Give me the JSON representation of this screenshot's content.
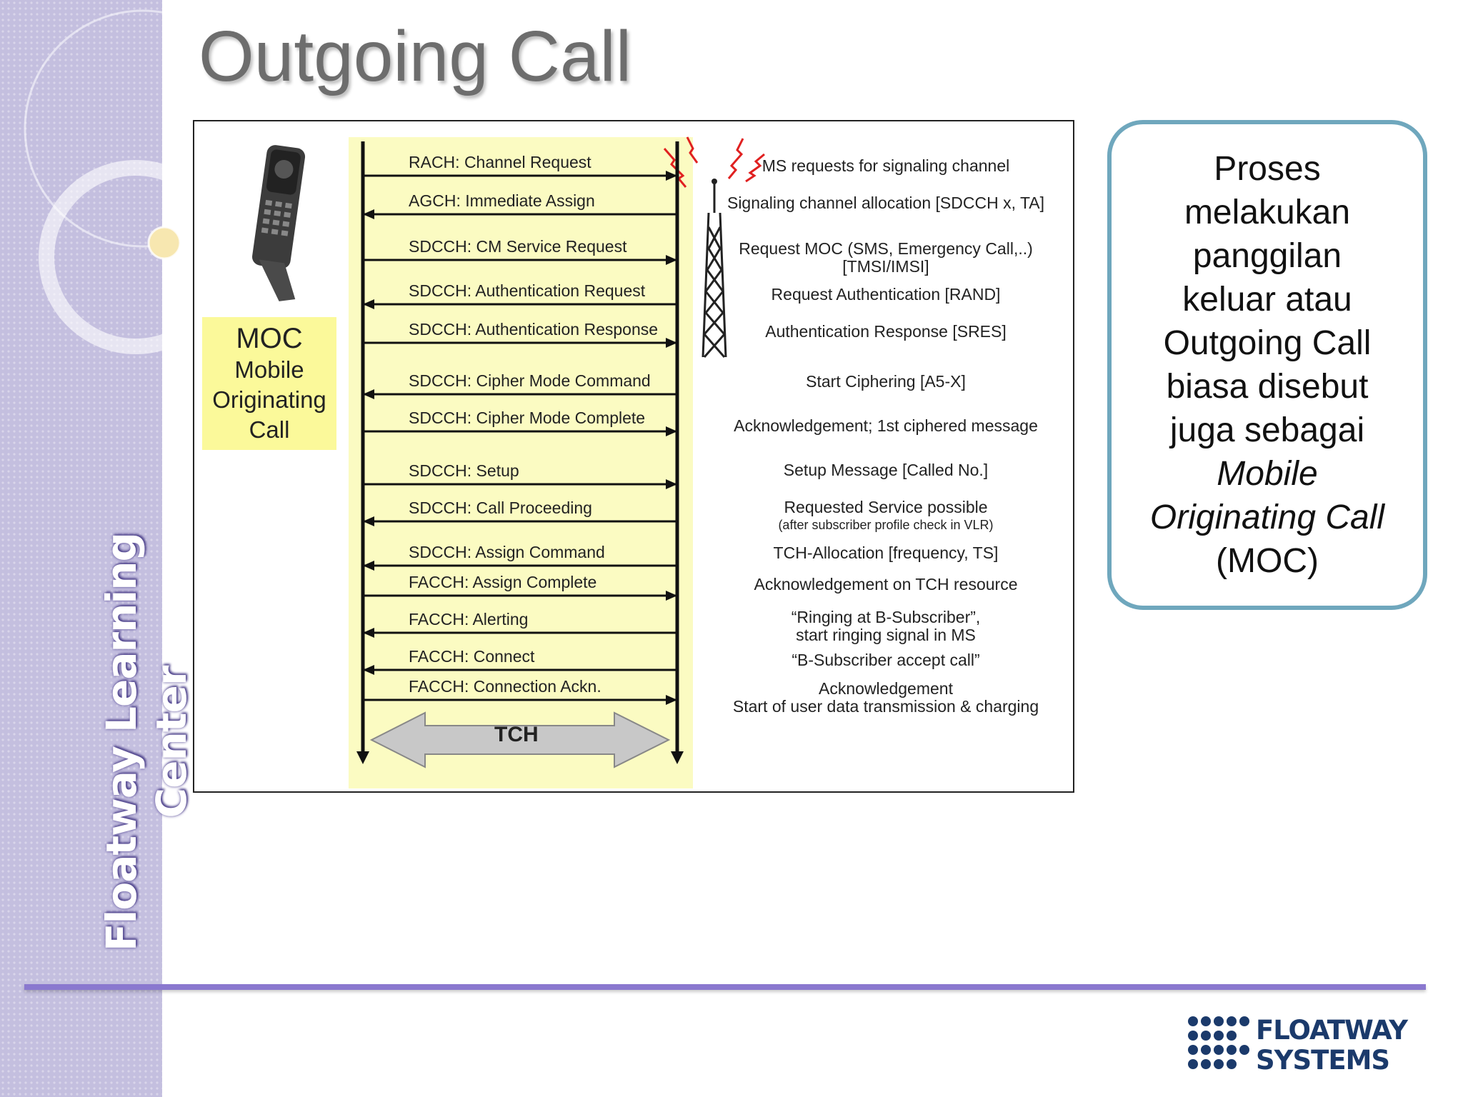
{
  "title": "Outgoing Call",
  "sidebar_text": "Floatway Learning Center",
  "moc_box": {
    "line1": "MOC",
    "line2": "Mobile",
    "line3": "Originating",
    "line4": "Call"
  },
  "messages": [
    {
      "label": "RACH: Channel Request",
      "dir": "right"
    },
    {
      "label": "AGCH: Immediate Assign",
      "dir": "left"
    },
    {
      "label": "SDCCH: CM Service Request",
      "dir": "right"
    },
    {
      "label": "SDCCH: Authentication Request",
      "dir": "left"
    },
    {
      "label": "SDCCH: Authentication Response",
      "dir": "right"
    },
    {
      "label": "SDCCH: Cipher Mode Command",
      "dir": "left"
    },
    {
      "label": "SDCCH: Cipher Mode Complete",
      "dir": "right"
    },
    {
      "label": "SDCCH: Setup",
      "dir": "right"
    },
    {
      "label": "SDCCH: Call Proceeding",
      "dir": "left"
    },
    {
      "label": "SDCCH: Assign Command",
      "dir": "left"
    },
    {
      "label": "FACCH: Assign Complete",
      "dir": "right"
    },
    {
      "label": "FACCH: Alerting",
      "dir": "left"
    },
    {
      "label": "FACCH: Connect",
      "dir": "left"
    },
    {
      "label": "FACCH: Connection Ackn.",
      "dir": "right"
    }
  ],
  "tch_label": "TCH",
  "descriptions": [
    {
      "lines": [
        "MS requests for signaling channel"
      ]
    },
    {
      "lines": [
        "Signaling channel allocation [SDCCH x, TA]"
      ]
    },
    {
      "lines": [
        "Request MOC (SMS, Emergency Call,..)",
        "[TMSI/IMSI]"
      ]
    },
    {
      "lines": [
        "Request Authentication [RAND]"
      ]
    },
    {
      "lines": [
        "Authentication Response [SRES]"
      ]
    },
    {
      "lines": [
        "Start Ciphering [A5-X]"
      ]
    },
    {
      "lines": [
        "Acknowledgement; 1st ciphered message"
      ]
    },
    {
      "lines": [
        "Setup Message [Called No.]"
      ]
    },
    {
      "lines": [
        "Requested Service possible"
      ],
      "small": "(after subscriber profile check in VLR)"
    },
    {
      "lines": [
        "TCH-Allocation [frequency, TS]"
      ]
    },
    {
      "lines": [
        "Acknowledgement on TCH resource"
      ]
    },
    {
      "lines": [
        "“Ringing at B-Subscriber”,",
        "start ringing signal in MS"
      ]
    },
    {
      "lines": [
        "“B-Subscriber accept call”"
      ]
    },
    {
      "lines": [
        "Acknowledgement",
        "Start of user data transmission & charging"
      ]
    }
  ],
  "callout": {
    "line1": "Proses",
    "line2": "melakukan",
    "line3": "panggilan",
    "line4": "keluar atau",
    "line5": "Outgoing Call",
    "line6": "biasa disebut",
    "line7": "juga sebagai",
    "line8": "Mobile",
    "line9": "Originating Call",
    "line10": "(MOC)"
  },
  "logo": {
    "line1": "FLOATWAY",
    "line2": "SYSTEMS"
  },
  "colors": {
    "sidebar": "#c4bfdf",
    "accent_line": "#8a78cf",
    "callout_border": "#6fa7bd",
    "yellow": "#fbfbc2",
    "moc_yellow": "#fbf99a"
  }
}
